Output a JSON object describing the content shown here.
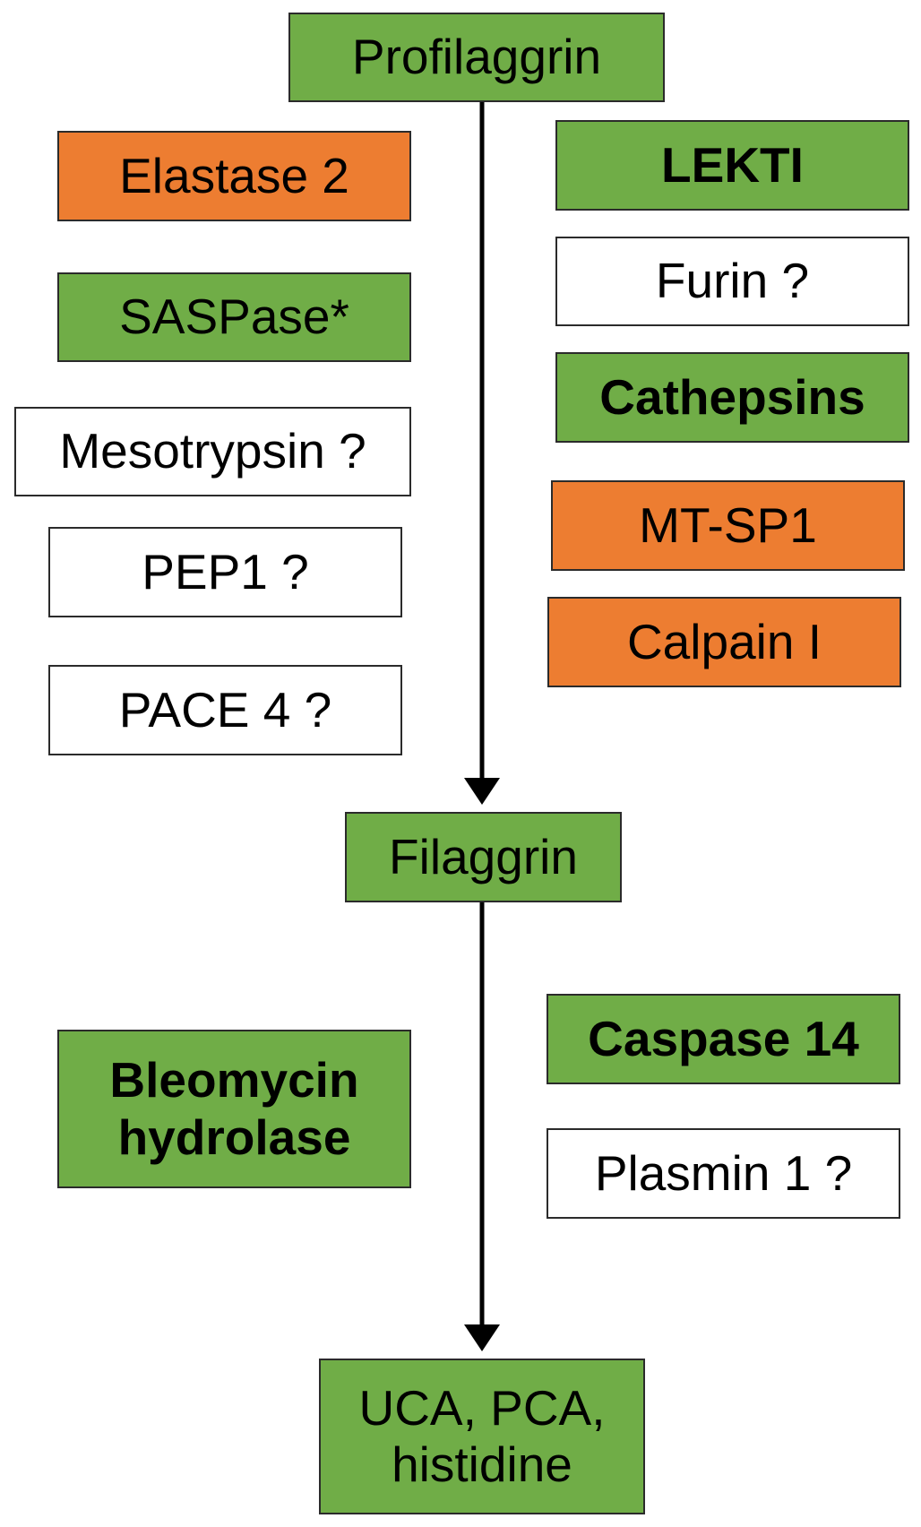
{
  "colors": {
    "green": "#70ad47",
    "orange": "#ed7d31",
    "white": "#ffffff",
    "border": "#2b2b2b",
    "arrow": "#000000"
  },
  "nodes": {
    "profilaggrin": {
      "label": "Profilaggrin",
      "fill": "green",
      "bold": false
    },
    "elastase2": {
      "label": "Elastase 2",
      "fill": "orange",
      "bold": false
    },
    "saspase": {
      "label": "SASPase*",
      "fill": "green",
      "bold": false
    },
    "mesotrypsin": {
      "label": "Mesotrypsin ?",
      "fill": "white",
      "bold": false
    },
    "pep1": {
      "label": "PEP1 ?",
      "fill": "white",
      "bold": false
    },
    "pace4": {
      "label": "PACE 4 ?",
      "fill": "white",
      "bold": false
    },
    "lekti": {
      "label": "LEKTI",
      "fill": "green",
      "bold": true
    },
    "furin": {
      "label": "Furin ?",
      "fill": "white",
      "bold": false
    },
    "cathepsins": {
      "label": "Cathepsins",
      "fill": "green",
      "bold": true
    },
    "mtsp1": {
      "label": "MT-SP1",
      "fill": "orange",
      "bold": false
    },
    "calpain1": {
      "label": "Calpain I",
      "fill": "orange",
      "bold": false
    },
    "filaggrin": {
      "label": "Filaggrin",
      "fill": "green",
      "bold": false
    },
    "bleomycin": {
      "label": "Bleomycin\nhydrolase",
      "fill": "green",
      "bold": true
    },
    "caspase14": {
      "label": "Caspase 14",
      "fill": "green",
      "bold": true
    },
    "plasmin1": {
      "label": "Plasmin 1 ?",
      "fill": "white",
      "bold": false
    },
    "products": {
      "label": "UCA, PCA,\nhistidine",
      "fill": "green",
      "bold": false
    }
  },
  "edges": [
    {
      "from": "profilaggrin",
      "to": "filaggrin"
    },
    {
      "from": "filaggrin",
      "to": "products"
    }
  ]
}
